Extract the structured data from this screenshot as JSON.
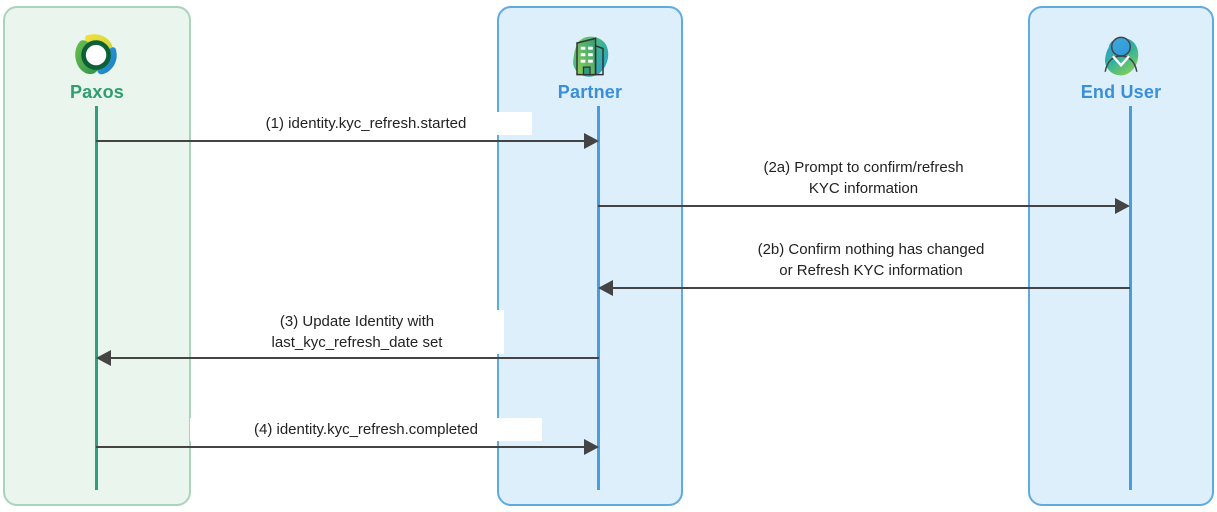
{
  "diagram": {
    "title": "KYC Refresh Sequence Diagram",
    "type": "sequence-diagram",
    "colors": {
      "paxos_fill": "#e9f5ed",
      "paxos_border": "#a8d4bb",
      "paxos_text": "#2f9e6e",
      "paxos_lifeline": "#2f9e7d",
      "partner_fill": "#ddeffb",
      "partner_border": "#5eaae2",
      "partner_text": "#3a8fd9",
      "partner_lifeline": "#4a9ddb",
      "arrow": "#444444",
      "label_text": "#222222"
    }
  },
  "participants": [
    {
      "id": "paxos",
      "label": "Paxos",
      "icon": "paxos-logo-icon"
    },
    {
      "id": "partner",
      "label": "Partner",
      "icon": "office-building-icon"
    },
    {
      "id": "enduser",
      "label": "End User",
      "icon": "person-avatar-icon"
    }
  ],
  "messages": [
    {
      "id": "m1",
      "number": "(1)",
      "from": "paxos",
      "to": "partner",
      "direction": "right",
      "lines": [
        "(1) identity.kyc_refresh.started"
      ]
    },
    {
      "id": "m2a",
      "number": "(2a)",
      "from": "partner",
      "to": "enduser",
      "direction": "right",
      "lines": [
        "(2a) Prompt to confirm/refresh",
        "KYC information"
      ]
    },
    {
      "id": "m2b",
      "number": "(2b)",
      "from": "enduser",
      "to": "partner",
      "direction": "left",
      "lines": [
        "(2b) Confirm nothing has changed",
        "or Refresh KYC information"
      ]
    },
    {
      "id": "m3",
      "number": "(3)",
      "from": "partner",
      "to": "paxos",
      "direction": "left",
      "lines": [
        "(3) Update Identity with",
        "last_kyc_refresh_date set"
      ]
    },
    {
      "id": "m4",
      "number": "(4)",
      "from": "paxos",
      "to": "partner",
      "direction": "right",
      "lines": [
        "(4) identity.kyc_refresh.completed"
      ]
    }
  ]
}
